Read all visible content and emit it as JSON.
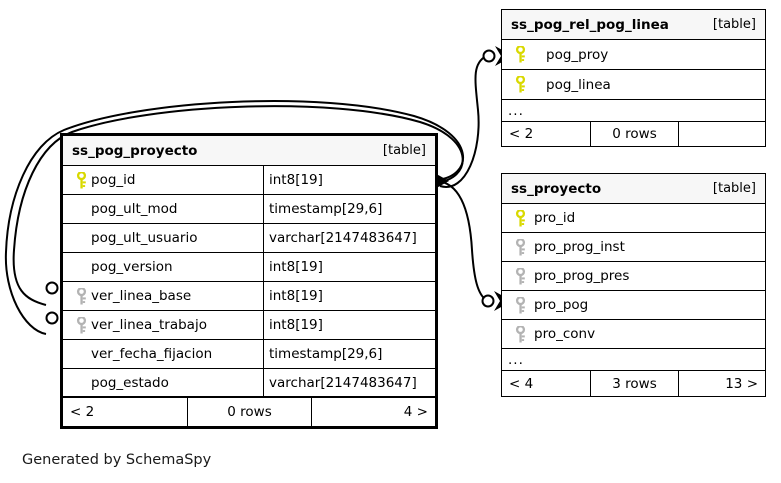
{
  "diagram": {
    "caption": "Generated by SchemaSpy",
    "table_tag": "[table]",
    "ellipsis": "...",
    "pk_icon": "yellow-key-icon",
    "fk_icon": "gray-key-icon",
    "colors": {
      "primary_key": "#d9d900",
      "foreign_key": "#b3b3b3",
      "header_bg": "#f7f7f7",
      "border": "#000000",
      "background": "#ffffff",
      "text": "#000000"
    }
  },
  "tables": [
    {
      "id": "ss_pog_proyecto",
      "name": "ss_pog_proyecto",
      "tag": "[table]",
      "emphasized": true,
      "columns": [
        {
          "key": "pk",
          "name": "pog_id",
          "type": "int8[19]"
        },
        {
          "key": "none",
          "name": "pog_ult_mod",
          "type": "timestamp[29,6]"
        },
        {
          "key": "none",
          "name": "pog_ult_usuario",
          "type": "varchar[2147483647]"
        },
        {
          "key": "none",
          "name": "pog_version",
          "type": "int8[19]"
        },
        {
          "key": "fk",
          "name": "ver_linea_base",
          "type": "int8[19]"
        },
        {
          "key": "fk",
          "name": "ver_linea_trabajo",
          "type": "int8[19]"
        },
        {
          "key": "none",
          "name": "ver_fecha_fijacion",
          "type": "timestamp[29,6]"
        },
        {
          "key": "none",
          "name": "pog_estado",
          "type": "varchar[2147483647]"
        }
      ],
      "show_ellipsis": false,
      "footer": {
        "left": "< 2",
        "mid": "0 rows",
        "right": "4 >"
      }
    },
    {
      "id": "ss_pog_rel_pog_linea",
      "name": "ss_pog_rel_pog_linea",
      "tag": "[table]",
      "emphasized": false,
      "columns": [
        {
          "key": "pk",
          "name": "pog_proy",
          "type": ""
        },
        {
          "key": "pk",
          "name": "pog_linea",
          "type": ""
        }
      ],
      "show_ellipsis": true,
      "footer": {
        "left": "< 2",
        "mid": "0 rows",
        "right": ""
      }
    },
    {
      "id": "ss_proyecto",
      "name": "ss_proyecto",
      "tag": "[table]",
      "emphasized": false,
      "columns": [
        {
          "key": "pk",
          "name": "pro_id",
          "type": ""
        },
        {
          "key": "fk",
          "name": "pro_prog_inst",
          "type": ""
        },
        {
          "key": "fk",
          "name": "pro_prog_pres",
          "type": ""
        },
        {
          "key": "fk",
          "name": "pro_pog",
          "type": ""
        },
        {
          "key": "fk",
          "name": "pro_conv",
          "type": ""
        }
      ],
      "show_ellipsis": true,
      "footer": {
        "left": "< 4",
        "mid": "3 rows",
        "right": "13 >"
      }
    }
  ]
}
